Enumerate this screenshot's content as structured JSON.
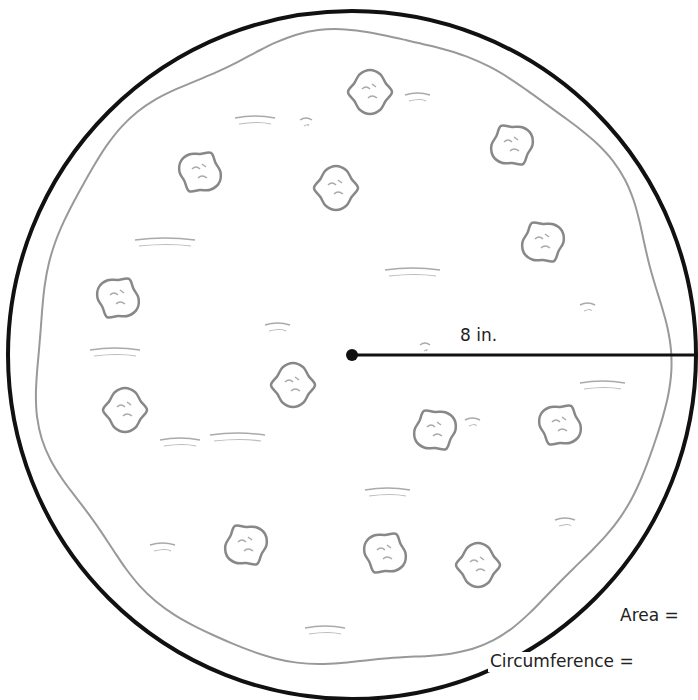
{
  "diagram": {
    "labels": [
      "8 in.",
      "Area =",
      "Circumference ="
    ]
  }
}
